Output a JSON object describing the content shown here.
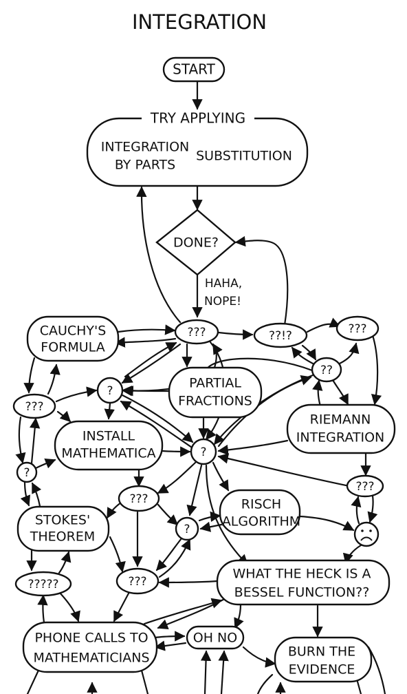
{
  "title": "INTEGRATION",
  "group_label": "TRY APPLYING",
  "nodes": {
    "start": "START",
    "ibp_1": "INTEGRATION",
    "ibp_2": "BY PARTS",
    "substitution": "SUBSTITUTION",
    "done": "DONE?",
    "haha_1": "HAHA,",
    "haha_2": "NOPE!",
    "cauchy_1": "CAUCHY'S",
    "cauchy_2": "FORMULA",
    "q3_center": "???",
    "q_exclaim": "??!?",
    "q3_right": "???",
    "q2_right": "??",
    "q1_left": "?",
    "partial_1": "PARTIAL",
    "partial_2": "FRACTIONS",
    "q3_left": "???",
    "install_1": "INSTALL",
    "install_2": "MATHEMATICA",
    "riemann_1": "RIEMANN",
    "riemann_2": "INTEGRATION",
    "q1_center": "?",
    "q1_far_left": "?",
    "q3_mid": "???",
    "q3_far_right": "???",
    "risch_1": "RISCH",
    "risch_2": "ALGORITHM",
    "stokes_1": "STOKES'",
    "stokes_2": "THEOREM",
    "q1_lower": "?",
    "sad": "☹",
    "q5": "?????",
    "q3_lower": "???",
    "bessel_1": "WHAT THE HECK IS A",
    "bessel_2": "BESSEL FUNCTION??",
    "phone_1": "PHONE CALLS TO",
    "phone_2": "MATHEMATICIANS",
    "ohno": "OH NO",
    "burn_1": "BURN THE",
    "burn_2": "EVIDENCE"
  }
}
